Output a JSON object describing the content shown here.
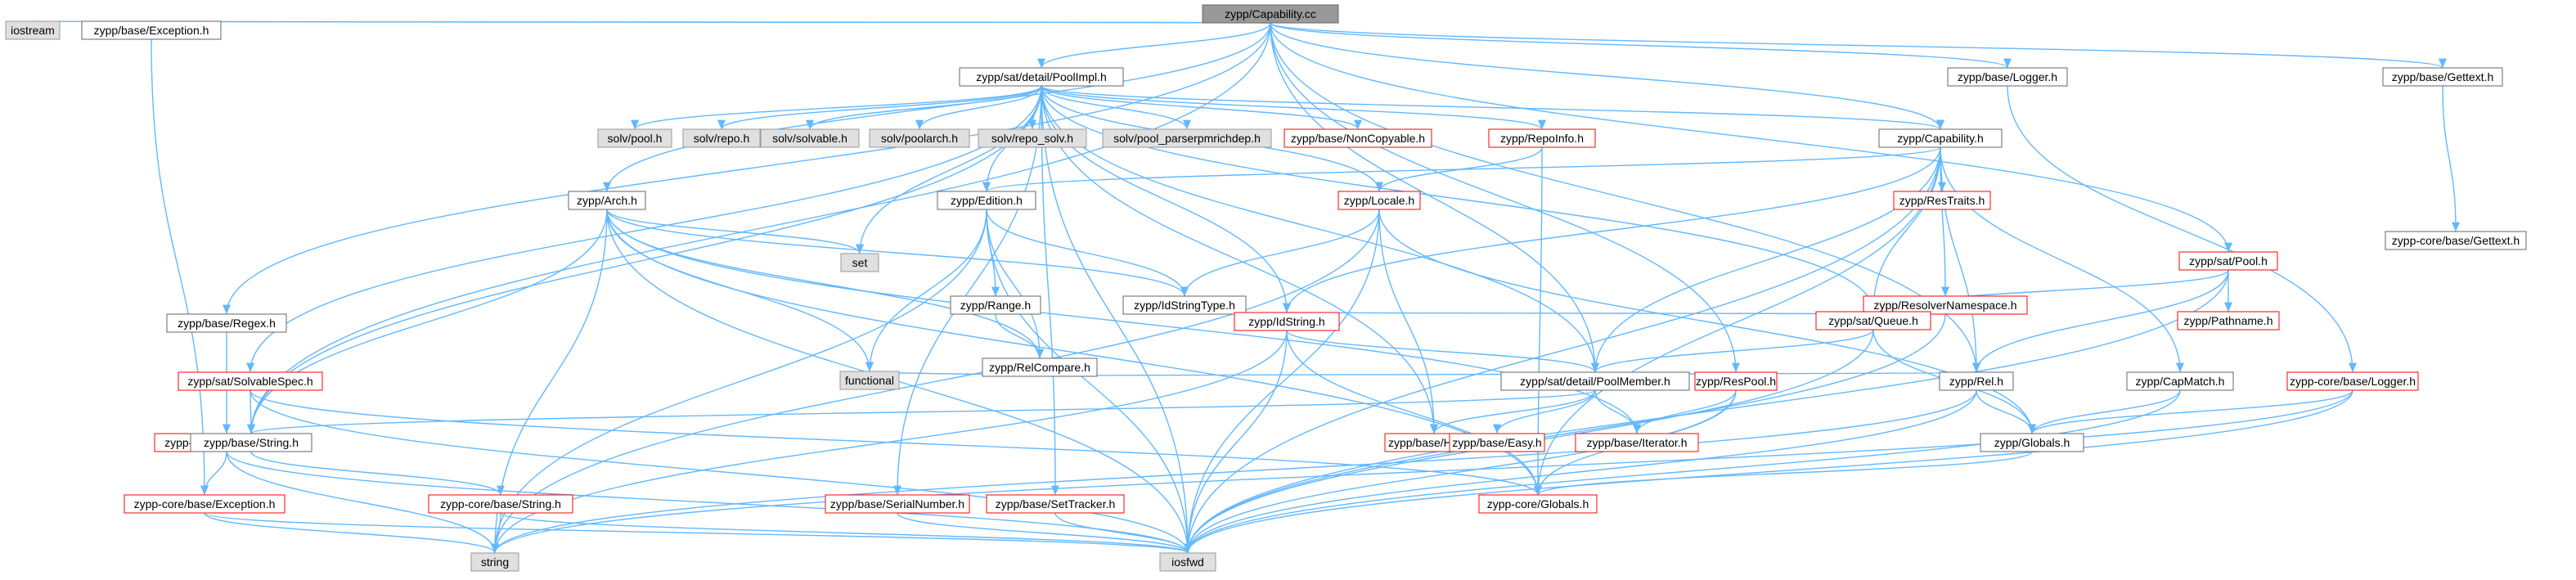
{
  "nodes": [
    {
      "id": "root",
      "label": "zypp/Capability.cc",
      "kind": "root"
    },
    {
      "id": "iostream",
      "label": "iostream",
      "kind": "external"
    },
    {
      "id": "exception",
      "label": "zypp/base/Exception.h",
      "kind": "normal"
    },
    {
      "id": "poolimpl",
      "label": "zypp/sat/detail/PoolImpl.h",
      "kind": "normal"
    },
    {
      "id": "logger",
      "label": "zypp/base/Logger.h",
      "kind": "normal"
    },
    {
      "id": "gettext",
      "label": "zypp/base/Gettext.h",
      "kind": "normal"
    },
    {
      "id": "solvpool",
      "label": "solv/pool.h",
      "kind": "external"
    },
    {
      "id": "solvrepo",
      "label": "solv/repo.h",
      "kind": "external"
    },
    {
      "id": "solvsolvable",
      "label": "solv/solvable.h",
      "kind": "external"
    },
    {
      "id": "solvpoolarch",
      "label": "solv/poolarch.h",
      "kind": "external"
    },
    {
      "id": "solvrepo_solv",
      "label": "solv/repo_solv.h",
      "kind": "external"
    },
    {
      "id": "solvparser",
      "label": "solv/pool_parserpmrichdep.h",
      "kind": "external"
    },
    {
      "id": "noncopyable",
      "label": "zypp/base/NonCopyable.h",
      "kind": "truncated"
    },
    {
      "id": "repoinfo",
      "label": "zypp/RepoInfo.h",
      "kind": "truncated"
    },
    {
      "id": "capability",
      "label": "zypp/Capability.h",
      "kind": "normal"
    },
    {
      "id": "coregettext",
      "label": "zypp-core/base/Gettext.h",
      "kind": "normal"
    },
    {
      "id": "arch",
      "label": "zypp/Arch.h",
      "kind": "normal"
    },
    {
      "id": "edition",
      "label": "zypp/Edition.h",
      "kind": "normal"
    },
    {
      "id": "locale",
      "label": "zypp/Locale.h",
      "kind": "truncated"
    },
    {
      "id": "restraits",
      "label": "zypp/ResTraits.h",
      "kind": "truncated"
    },
    {
      "id": "satpool",
      "label": "zypp/sat/Pool.h",
      "kind": "truncated"
    },
    {
      "id": "set",
      "label": "set",
      "kind": "external"
    },
    {
      "id": "range",
      "label": "zypp/Range.h",
      "kind": "normal"
    },
    {
      "id": "idstringtype",
      "label": "zypp/IdStringType.h",
      "kind": "normal"
    },
    {
      "id": "resolverns",
      "label": "zypp/ResolverNamespace.h",
      "kind": "truncated"
    },
    {
      "id": "pathname",
      "label": "zypp/Pathname.h",
      "kind": "truncated"
    },
    {
      "id": "regex",
      "label": "zypp/base/Regex.h",
      "kind": "normal"
    },
    {
      "id": "relcompare",
      "label": "zypp/RelCompare.h",
      "kind": "normal"
    },
    {
      "id": "idstring",
      "label": "zypp/IdString.h",
      "kind": "truncated"
    },
    {
      "id": "satqueue",
      "label": "zypp/sat/Queue.h",
      "kind": "truncated"
    },
    {
      "id": "functional",
      "label": "functional",
      "kind": "external"
    },
    {
      "id": "solvablespec",
      "label": "zypp/sat/SolvableSpec.h",
      "kind": "truncated"
    },
    {
      "id": "poolmember",
      "label": "zypp/sat/detail/PoolMember.h",
      "kind": "normal"
    },
    {
      "id": "respool",
      "label": "zypp/ResPool.h",
      "kind": "truncated"
    },
    {
      "id": "rel",
      "label": "zypp/Rel.h",
      "kind": "normal"
    },
    {
      "id": "capmatch",
      "label": "zypp/CapMatch.h",
      "kind": "normal"
    },
    {
      "id": "corelogger",
      "label": "zypp-core/base/Logger.h",
      "kind": "truncated"
    },
    {
      "id": "coreregex",
      "label": "zypp-core/base/Regex.h",
      "kind": "truncated"
    },
    {
      "id": "basestring",
      "label": "zypp/base/String.h",
      "kind": "normal"
    },
    {
      "id": "hash",
      "label": "zypp/base/Hash.h",
      "kind": "truncated"
    },
    {
      "id": "easy",
      "label": "zypp/base/Easy.h",
      "kind": "truncated"
    },
    {
      "id": "iterator",
      "label": "zypp/base/Iterator.h",
      "kind": "truncated"
    },
    {
      "id": "globals",
      "label": "zypp/Globals.h",
      "kind": "normal"
    },
    {
      "id": "coreexception",
      "label": "zypp-core/base/Exception.h",
      "kind": "truncated"
    },
    {
      "id": "corestring",
      "label": "zypp-core/base/String.h",
      "kind": "truncated"
    },
    {
      "id": "serialnumber",
      "label": "zypp/base/SerialNumber.h",
      "kind": "truncated"
    },
    {
      "id": "settracker",
      "label": "zypp/base/SetTracker.h",
      "kind": "truncated"
    },
    {
      "id": "coreglobals",
      "label": "zypp-core/Globals.h",
      "kind": "truncated"
    },
    {
      "id": "string",
      "label": "string",
      "kind": "external"
    },
    {
      "id": "iosfwd",
      "label": "iosfwd",
      "kind": "external"
    }
  ],
  "edges": [
    [
      "root",
      "iostream"
    ],
    [
      "root",
      "exception"
    ],
    [
      "root",
      "poolimpl"
    ],
    [
      "root",
      "logger"
    ],
    [
      "root",
      "gettext"
    ],
    [
      "root",
      "capability"
    ],
    [
      "root",
      "arch"
    ],
    [
      "root",
      "satpool"
    ],
    [
      "root",
      "regex"
    ],
    [
      "root",
      "basestring"
    ],
    [
      "root",
      "poolmember"
    ],
    [
      "root",
      "respool"
    ],
    [
      "root",
      "rel"
    ],
    [
      "exception",
      "coreexception"
    ],
    [
      "gettext",
      "coregettext"
    ],
    [
      "logger",
      "corelogger"
    ],
    [
      "poolimpl",
      "solvpool"
    ],
    [
      "poolimpl",
      "solvrepo"
    ],
    [
      "poolimpl",
      "solvsolvable"
    ],
    [
      "poolimpl",
      "solvpoolarch"
    ],
    [
      "poolimpl",
      "solvrepo_solv"
    ],
    [
      "poolimpl",
      "solvparser"
    ],
    [
      "poolimpl",
      "noncopyable"
    ],
    [
      "poolimpl",
      "repoinfo"
    ],
    [
      "poolimpl",
      "capability"
    ],
    [
      "poolimpl",
      "edition"
    ],
    [
      "poolimpl",
      "locale"
    ],
    [
      "poolimpl",
      "set"
    ],
    [
      "poolimpl",
      "idstring"
    ],
    [
      "poolimpl",
      "satqueue"
    ],
    [
      "poolimpl",
      "solvablespec"
    ],
    [
      "poolimpl",
      "poolmember"
    ],
    [
      "poolimpl",
      "hash"
    ],
    [
      "poolimpl",
      "serialnumber"
    ],
    [
      "poolimpl",
      "settracker"
    ],
    [
      "poolimpl",
      "iosfwd"
    ],
    [
      "poolimpl",
      "basestring"
    ],
    [
      "capability",
      "edition"
    ],
    [
      "capability",
      "restraits"
    ],
    [
      "capability",
      "resolverns"
    ],
    [
      "capability",
      "satqueue"
    ],
    [
      "capability",
      "poolmember"
    ],
    [
      "capability",
      "rel"
    ],
    [
      "capability",
      "capmatch"
    ],
    [
      "capability",
      "idstring"
    ],
    [
      "capability",
      "coreglobals"
    ],
    [
      "capability",
      "iosfwd"
    ],
    [
      "repoinfo",
      "locale"
    ],
    [
      "repoinfo",
      "coreglobals"
    ],
    [
      "arch",
      "idstringtype"
    ],
    [
      "arch",
      "set"
    ],
    [
      "arch",
      "relcompare"
    ],
    [
      "arch",
      "functional"
    ],
    [
      "arch",
      "basestring"
    ],
    [
      "arch",
      "iterator"
    ],
    [
      "arch",
      "string"
    ],
    [
      "arch",
      "iosfwd"
    ],
    [
      "arch",
      "coreglobals"
    ],
    [
      "edition",
      "idstringtype"
    ],
    [
      "edition",
      "range"
    ],
    [
      "edition",
      "relcompare"
    ],
    [
      "edition",
      "functional"
    ],
    [
      "edition",
      "string"
    ],
    [
      "edition",
      "iosfwd"
    ],
    [
      "locale",
      "idstringtype"
    ],
    [
      "locale",
      "hash"
    ],
    [
      "locale",
      "string"
    ],
    [
      "locale",
      "iosfwd"
    ],
    [
      "locale",
      "globals"
    ],
    [
      "range",
      "relcompare"
    ],
    [
      "idstringtype",
      "idstring"
    ],
    [
      "resolverns",
      "idstring"
    ],
    [
      "resolverns",
      "iosfwd"
    ],
    [
      "satpool",
      "satqueue"
    ],
    [
      "satpool",
      "pathname"
    ],
    [
      "satpool",
      "rel"
    ],
    [
      "satpool",
      "iosfwd"
    ],
    [
      "regex",
      "coreregex"
    ],
    [
      "coreregex",
      "coreexception"
    ],
    [
      "coreregex",
      "string"
    ],
    [
      "coreregex",
      "iosfwd"
    ],
    [
      "relcompare",
      "rel"
    ],
    [
      "relcompare",
      "functional"
    ],
    [
      "idstring",
      "poolmember"
    ],
    [
      "idstring",
      "coreglobals"
    ],
    [
      "idstring",
      "string"
    ],
    [
      "idstring",
      "iosfwd"
    ],
    [
      "satqueue",
      "poolmember"
    ],
    [
      "satqueue",
      "globals"
    ],
    [
      "satqueue",
      "iosfwd"
    ],
    [
      "solvablespec",
      "basestring"
    ],
    [
      "solvablespec",
      "coreglobals"
    ],
    [
      "solvablespec",
      "iosfwd"
    ],
    [
      "poolmember",
      "hash"
    ],
    [
      "poolmember",
      "easy"
    ],
    [
      "poolmember",
      "iterator"
    ],
    [
      "poolmember",
      "basestring"
    ],
    [
      "respool",
      "iterator"
    ],
    [
      "respool",
      "coreglobals"
    ],
    [
      "respool",
      "iosfwd"
    ],
    [
      "rel",
      "globals"
    ],
    [
      "rel",
      "iosfwd"
    ],
    [
      "rel",
      "string"
    ],
    [
      "capmatch",
      "globals"
    ],
    [
      "capmatch",
      "iosfwd"
    ],
    [
      "corelogger",
      "globals"
    ],
    [
      "corelogger",
      "iosfwd"
    ],
    [
      "corelogger",
      "string"
    ],
    [
      "globals",
      "coreglobals"
    ],
    [
      "basestring",
      "corestring"
    ],
    [
      "corestring",
      "string"
    ],
    [
      "corestring",
      "iosfwd"
    ],
    [
      "coreexception",
      "string"
    ],
    [
      "coreexception",
      "iosfwd"
    ],
    [
      "serialnumber",
      "iosfwd"
    ],
    [
      "settracker",
      "iosfwd"
    ]
  ]
}
